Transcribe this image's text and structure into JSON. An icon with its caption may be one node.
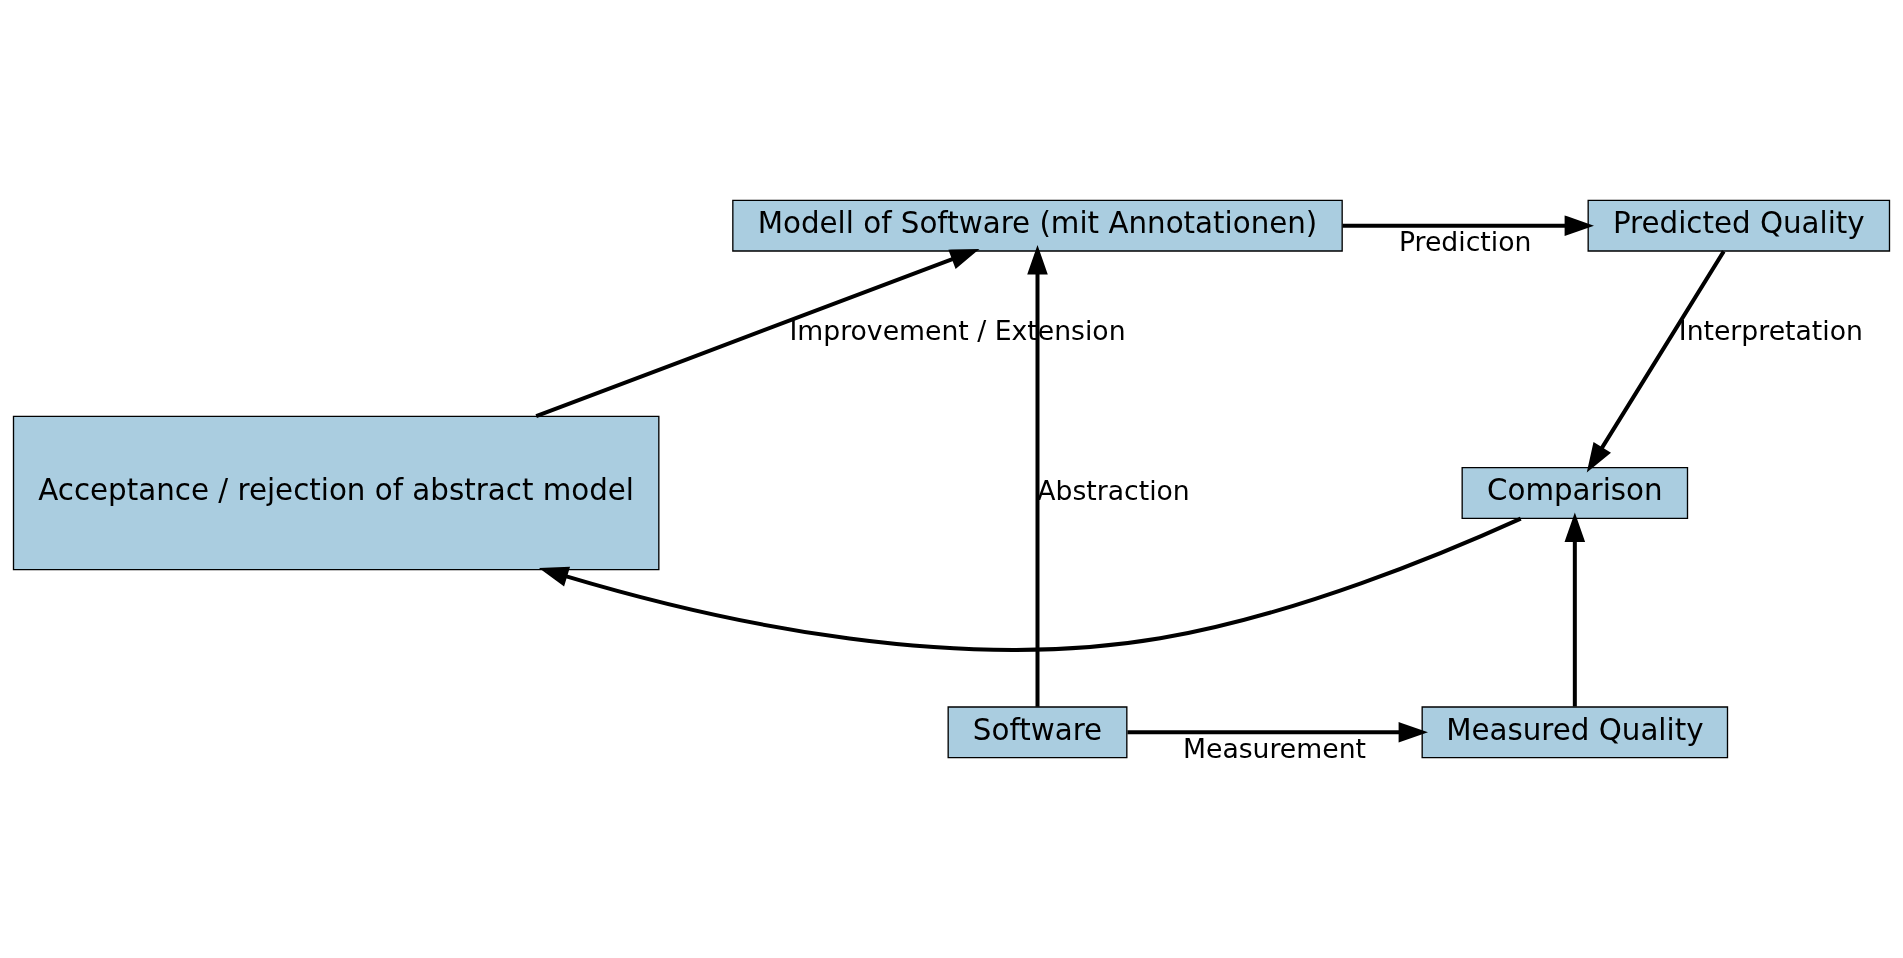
{
  "diagram": {
    "nodes": [
      {
        "text": [
          "Modell of Software (mit Annotationen)"
        ]
      },
      {
        "text": [
          "Predicted Quality"
        ]
      },
      {
        "text": [
          "Acceptance / rejection of abstract model"
        ]
      },
      {
        "text": [
          "Comparison"
        ]
      },
      {
        "text": [
          "Software"
        ]
      },
      {
        "text": [
          "Measured Quality"
        ]
      }
    ],
    "edges": [
      {
        "from": 0,
        "to": 1,
        "arrow": "to",
        "label": "Prediction"
      },
      {
        "from": 1,
        "to": 3,
        "arrow": "to",
        "label": "Interpretation"
      },
      {
        "from": 2,
        "to": 0,
        "arrow": "to",
        "label": "Improvement / Extension"
      },
      {
        "from": 3,
        "to": 2,
        "arrow": "to"
      },
      {
        "from": 4,
        "to": 0,
        "arrow": "to",
        "label": "Abstraction"
      },
      {
        "from": 4,
        "to": 5,
        "arrow": "to",
        "label": "Measurement"
      },
      {
        "from": 5,
        "to": 3,
        "arrow": "to"
      }
    ]
  }
}
